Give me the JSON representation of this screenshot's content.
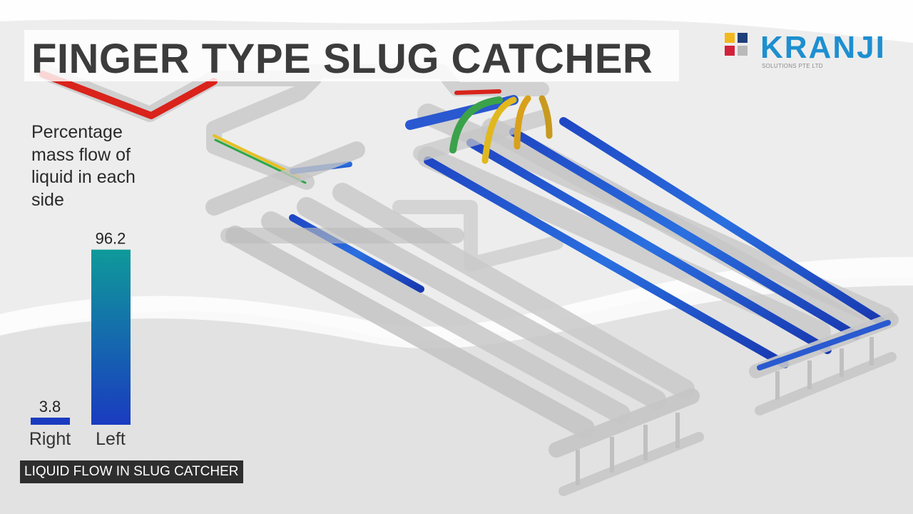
{
  "page": {
    "title": "FINGER TYPE SLUG CATCHER",
    "caption": "LIQUID FLOW IN SLUG CATCHER"
  },
  "logo": {
    "name": "KRANJI",
    "tagline": "SOLUTIONS PTE LTD",
    "colors": {
      "text": "#1d8fd0",
      "square_1": "#f2b91c",
      "square_2": "#1f3f7a",
      "square_3": "#d3223a",
      "square_4": "#b9b9b9"
    }
  },
  "scene": {
    "description_icon": "slug-catcher-pipe-render-icon",
    "colors": {
      "pipe": "#c8c8c8",
      "liquid_low": "#1f47c4",
      "liquid_mid": "#17b4c0",
      "liquid_high": "#e0241b",
      "liquid_warm": "#e9c21e"
    }
  },
  "chart_data": {
    "type": "bar",
    "title": "Percentage mass flow of liquid in each side",
    "categories": [
      "Right",
      "Left"
    ],
    "values": [
      3.8,
      96.2
    ],
    "value_labels": [
      "3.8",
      "96.2"
    ],
    "xlabel": "",
    "ylabel": "",
    "ylim": [
      0,
      100
    ],
    "grid": false,
    "legend": "none",
    "colors": {
      "bar_bottom": "#1a3bc0",
      "bar_top": "#0f9a9a"
    }
  }
}
